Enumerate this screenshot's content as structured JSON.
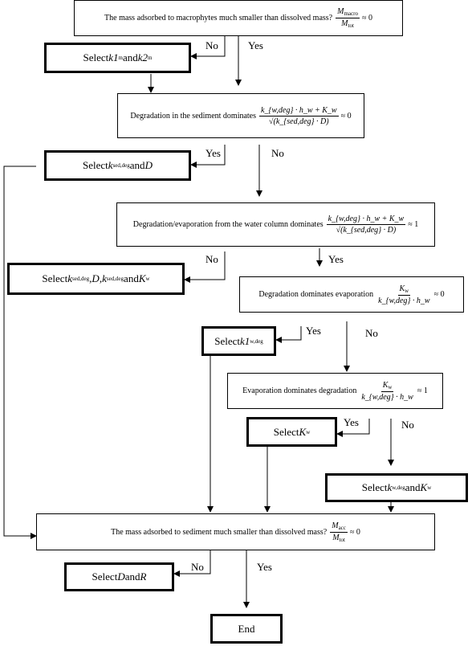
{
  "diagram": {
    "q1": {
      "text": "The mass adsorbed to macrophytes much smaller than dissolved mass?",
      "num": "M",
      "num_sub": "macro",
      "den": "M",
      "den_sub": "tot",
      "rel": "≈ 0"
    },
    "a1": {
      "pre": "Select ",
      "v1": "k1",
      "v1_sub": "m",
      "mid": " and ",
      "v2": "k2",
      "v2_sub": "m"
    },
    "q2": {
      "text": "Degradation in the sediment dominates",
      "num": "k_{w,deg} · h_w + K_w",
      "den": "√(k_{sed,deg} · D)",
      "rel": "≈ 0"
    },
    "a2": {
      "pre": "Select ",
      "v1": "k",
      "v1_sub": "sed,deg",
      "mid": " and ",
      "v2": "D"
    },
    "q3": {
      "text": "Degradation/evaporation from the water column dominates",
      "num": "k_{w,deg} · h_w + K_w",
      "den": "√(k_{sed,deg} · D)",
      "rel": "≈ 1"
    },
    "a3": {
      "pre": "Select ",
      "v1": "k",
      "v1_sub": "sed,deg",
      "c1": ", ",
      "v2": "D",
      "c2": ", ",
      "v3": "k",
      "v3_sub": "sed,deg",
      "mid": " and ",
      "v4": "K",
      "v4_sub": "w"
    },
    "q4": {
      "text": "Degradation dominates evaporation",
      "num": "K",
      "num_sub": "w",
      "den": "k_{w,deg} · h_w",
      "rel": "≈ 0"
    },
    "a4": {
      "pre": "Select ",
      "v1": "k1",
      "v1_sub": "w,deg"
    },
    "q5": {
      "text": "Evaporation dominates degradation",
      "num": "K",
      "num_sub": "w",
      "den": "k_{w,deg} · h_w",
      "rel": "≈ 1"
    },
    "a5": {
      "pre": "Select ",
      "v1": "K",
      "v1_sub": "w"
    },
    "a6": {
      "pre": "Select ",
      "v1": "k",
      "v1_sub": "w,deg",
      "mid": " and ",
      "v2": "K",
      "v2_sub": "w"
    },
    "q6": {
      "text": "The mass adsorbed to sediment much smaller than dissolved mass?",
      "num": "M",
      "num_sub": "acc",
      "den": "M",
      "den_sub": "tot",
      "rel": "≈ 0"
    },
    "a7": {
      "pre": "Select ",
      "v1": "D",
      "mid": " and ",
      "v2": "R"
    },
    "end": "End",
    "labels": {
      "no": "No",
      "yes": "Yes"
    }
  }
}
